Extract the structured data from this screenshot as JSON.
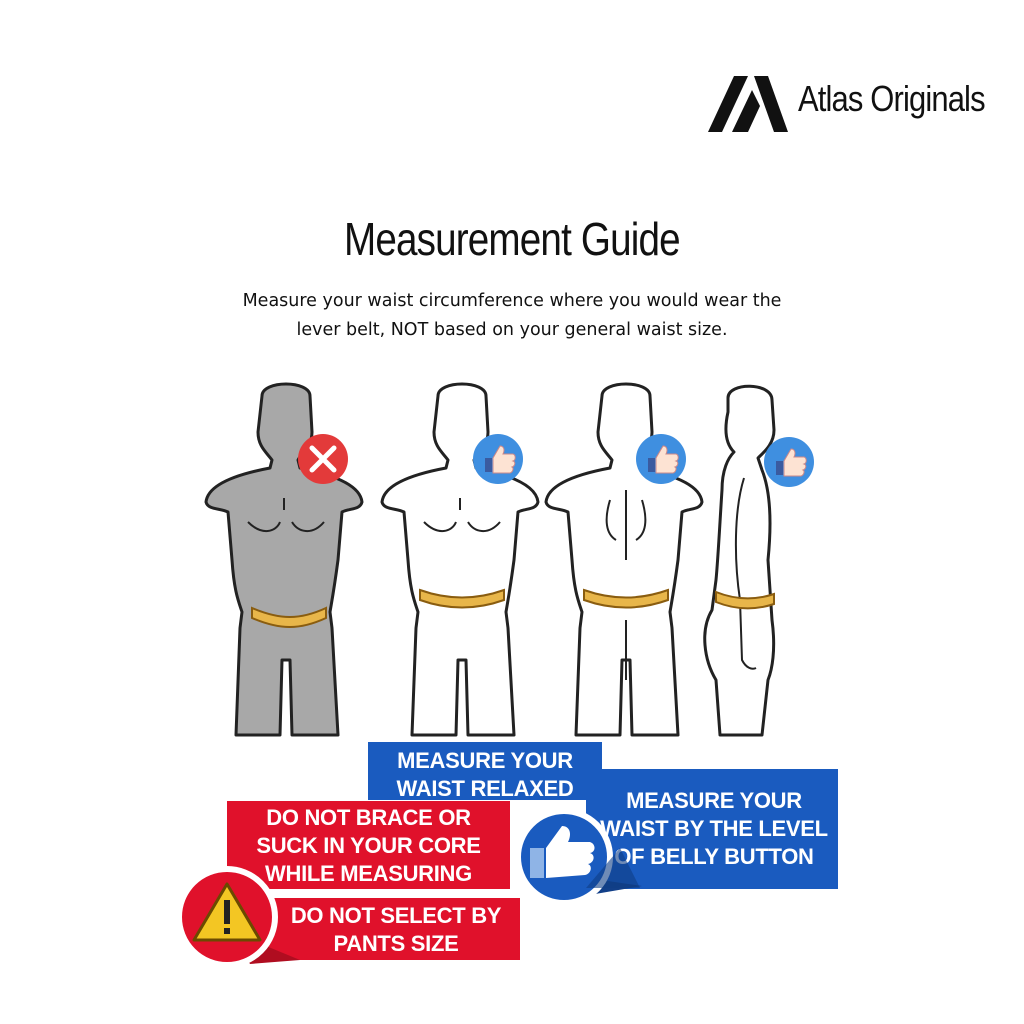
{
  "brand": {
    "name": "Atlas Originals",
    "logo_icon": "atlas-chevron-logo-icon"
  },
  "header": {
    "title": "Measurement Guide"
  },
  "intro": {
    "line1": "Measure your waist circumference where you would wear the",
    "line2": "lever belt, NOT based on your general waist size."
  },
  "figures": [
    {
      "view": "front",
      "status": "incorrect",
      "badge_icon": "x-mark-icon",
      "fill": "#a8a8a8"
    },
    {
      "view": "front",
      "status": "correct",
      "badge_icon": "thumbs-up-icon",
      "fill": "#ffffff"
    },
    {
      "view": "back",
      "status": "correct",
      "badge_icon": "thumbs-up-icon",
      "fill": "#ffffff"
    },
    {
      "view": "side",
      "status": "correct",
      "badge_icon": "thumbs-up-icon",
      "fill": "#ffffff"
    }
  ],
  "callouts": {
    "relaxed": {
      "line1": "MEASURE YOUR",
      "line2": "WAIST RELAXED"
    },
    "belly": {
      "line1": "MEASURE YOUR",
      "line2": "WAIST BY THE LEVEL",
      "line3": "OF BELLY BUTTON"
    },
    "brace": {
      "line1": "DO NOT BRACE OR",
      "line2": "SUCK IN YOUR CORE",
      "line3": "WHILE MEASURING"
    },
    "pants": {
      "line1": "DO NOT SELECT BY",
      "line2": "PANTS SIZE"
    }
  },
  "colors": {
    "blue": "#1a5bbf",
    "red": "#e0112b",
    "tape": "#e8b64a",
    "warning": "#f3c623"
  }
}
